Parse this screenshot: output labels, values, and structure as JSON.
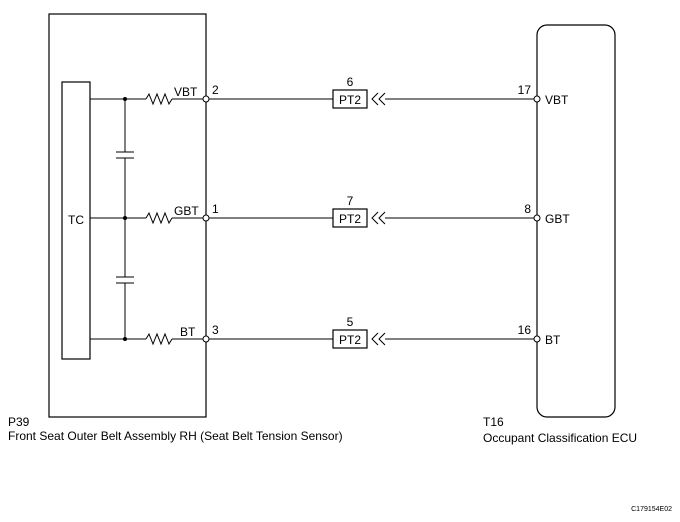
{
  "sensor": {
    "code": "P39",
    "name": "Front Seat Outer Belt Assembly RH (Seat Belt Tension Sensor)",
    "element_label": "TC"
  },
  "ecu": {
    "code": "T16",
    "name": "Occupant Classification ECU"
  },
  "circuits": [
    {
      "signal": "VBT",
      "sensor_pin": "2",
      "connector": "PT2",
      "connector_pin": "6",
      "ecu_pin": "17",
      "ecu_signal": "VBT"
    },
    {
      "signal": "GBT",
      "sensor_pin": "1",
      "connector": "PT2",
      "connector_pin": "7",
      "ecu_pin": "8",
      "ecu_signal": "GBT"
    },
    {
      "signal": "BT",
      "sensor_pin": "3",
      "connector": "PT2",
      "connector_pin": "5",
      "ecu_pin": "16",
      "ecu_signal": "BT"
    }
  ],
  "figure_id": "C179154E02"
}
